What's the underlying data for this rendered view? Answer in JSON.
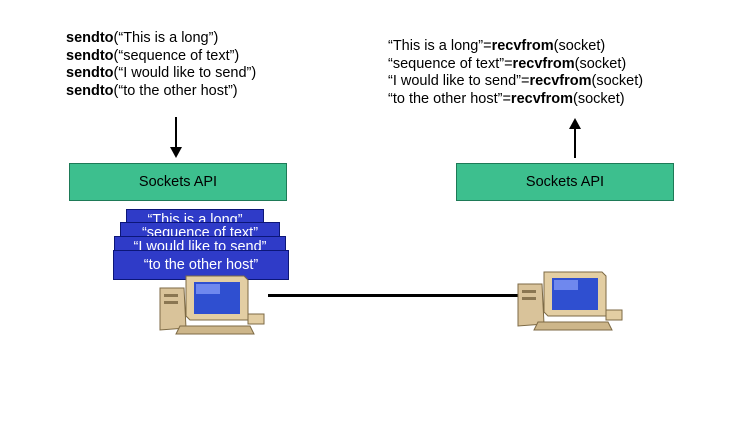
{
  "sender": {
    "lines": [
      {
        "fn": "sendto",
        "arg": "(“This is a long”)"
      },
      {
        "fn": "sendto",
        "arg": "(“sequence of text”)"
      },
      {
        "fn": "sendto",
        "arg": "(“I would like to send”)"
      },
      {
        "fn": "sendto",
        "arg": "(“to the other host”)"
      }
    ]
  },
  "receiver": {
    "lines": [
      {
        "text": "“This is a long”=",
        "fn": "recvfrom",
        "arg": "(socket)"
      },
      {
        "text": "“sequence of text”=",
        "fn": "recvfrom",
        "arg": "(socket)"
      },
      {
        "text": "“I would like to send”=",
        "fn": "recvfrom",
        "arg": "(socket)"
      },
      {
        "text": "“to the other host”=",
        "fn": "recvfrom",
        "arg": "(socket)"
      }
    ]
  },
  "left_api": {
    "label": "Sockets API"
  },
  "right_api": {
    "label": "Sockets API"
  },
  "packets": {
    "front_label": "“to the other host”",
    "hidden_labels": [
      "“This is a long”",
      "“sequence of text”",
      "“I would like to send”"
    ]
  },
  "colors": {
    "api_box": "#3dbf8e",
    "packet": "#2f3bc8",
    "packet_text": "#ffffff",
    "link": "#000000"
  },
  "icons": [
    "computer-icon-sender",
    "computer-icon-receiver"
  ]
}
